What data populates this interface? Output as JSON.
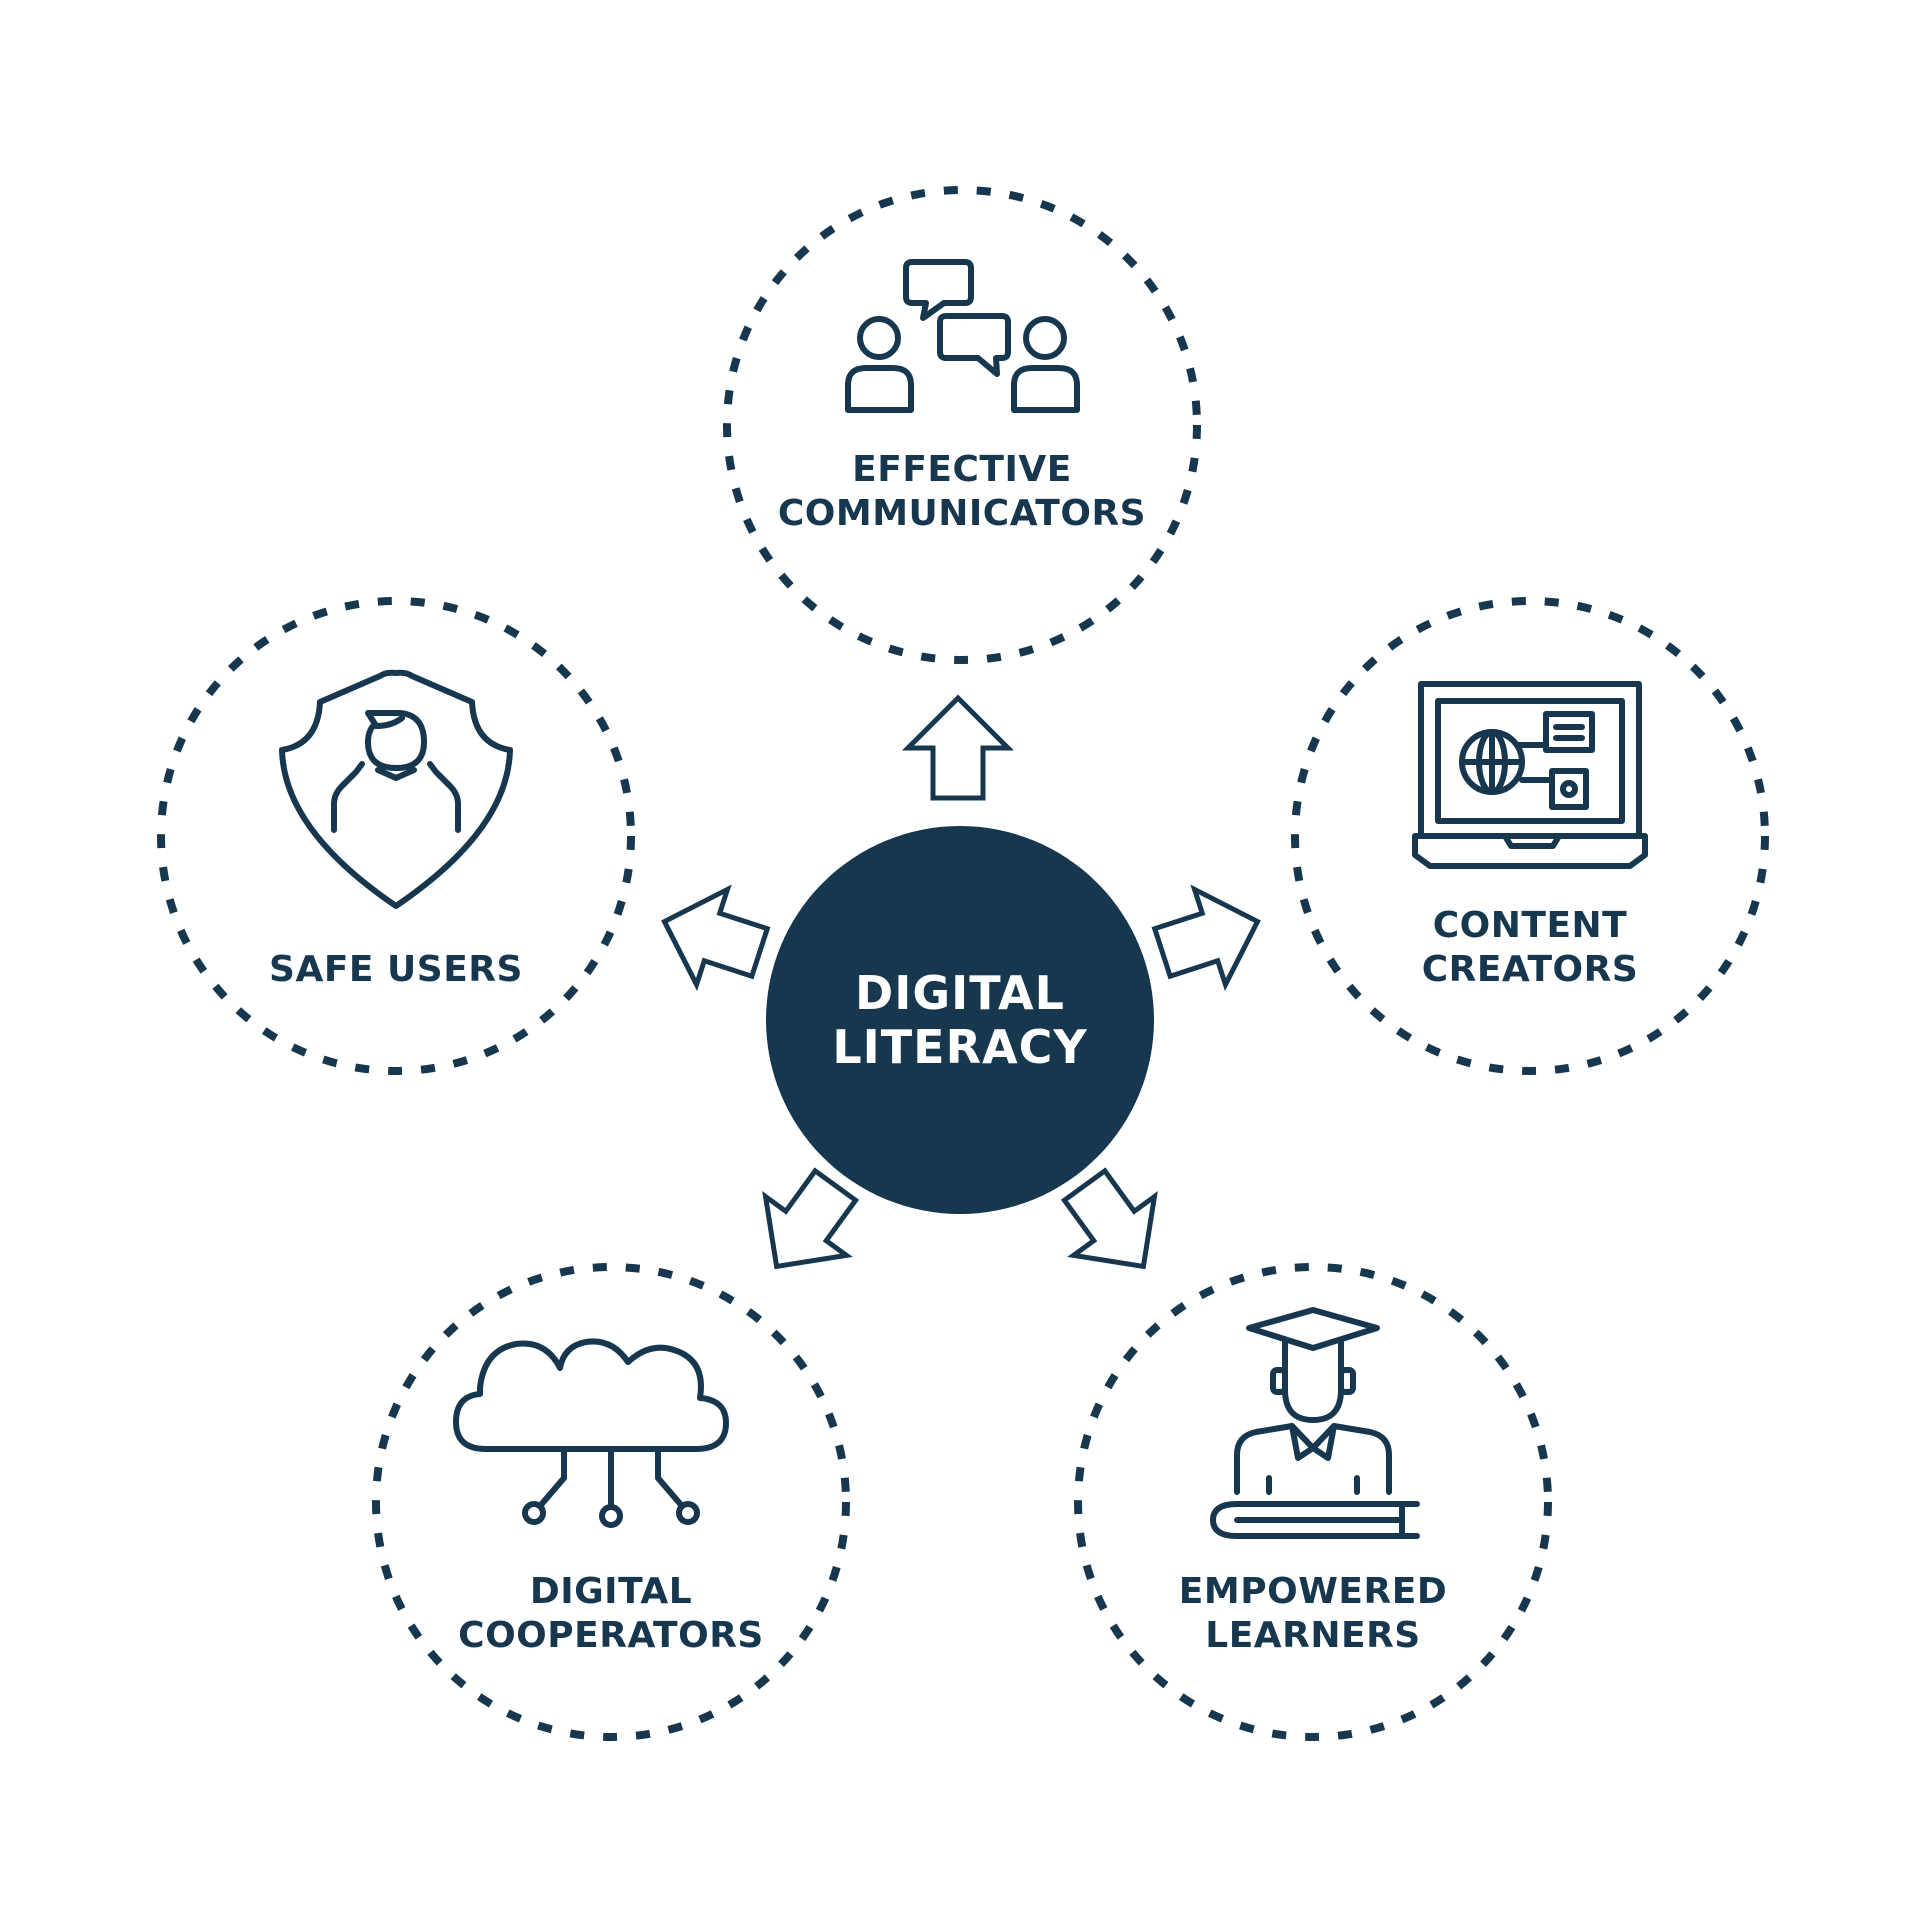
{
  "colors": {
    "navy": "#17374f",
    "background": "#ffffff"
  },
  "center": {
    "line1": "DIGITAL",
    "line2": "LITERACY"
  },
  "nodes": [
    {
      "id": "effective-communicators",
      "icon": "chat-people-icon",
      "line1": "EFFECTIVE",
      "line2": "COMMUNICATORS"
    },
    {
      "id": "content-creators",
      "icon": "laptop-content-icon",
      "line1": "CONTENT",
      "line2": "CREATORS"
    },
    {
      "id": "empowered-learners",
      "icon": "graduate-book-icon",
      "line1": "EMPOWERED",
      "line2": "LEARNERS"
    },
    {
      "id": "digital-cooperators",
      "icon": "cloud-network-icon",
      "line1": "DIGITAL",
      "line2": "COOPERATORS"
    },
    {
      "id": "safe-users",
      "icon": "shield-user-icon",
      "line1": "SAFE USERS",
      "line2": ""
    }
  ]
}
